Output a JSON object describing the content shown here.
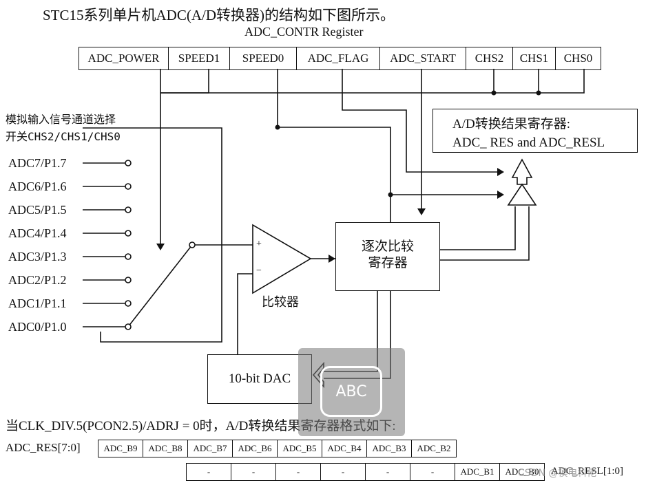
{
  "title": "STC15系列单片机ADC(A/D转换器)的结构如下图所示。",
  "register_title": "ADC_CONTR Register",
  "register_bits": [
    "ADC_POWER",
    "SPEED1",
    "SPEED0",
    "ADC_FLAG",
    "ADC_START",
    "CHS2",
    "CHS1",
    "CHS0"
  ],
  "mux_label_line1": "模拟输入信号通道选择",
  "mux_label_line2": "开关CHS2/CHS1/CHS0",
  "inputs": [
    "ADC7/P1.7",
    "ADC6/P1.6",
    "ADC5/P1.5",
    "ADC4/P1.4",
    "ADC3/P1.3",
    "ADC2/P1.2",
    "ADC1/P1.1",
    "ADC0/P1.0"
  ],
  "result_register_line1": "A/D转换结果寄存器:",
  "result_register_line2": "ADC_ RES and ADC_RESL",
  "sar_line1": "逐次比较",
  "sar_line2": "寄存器",
  "comparator_label": "比较器",
  "comparator_plus": "+",
  "comparator_minus": "−",
  "dac_label": "10-bit DAC",
  "format_note": "当CLK_DIV.5(PCON2.5)/ADRJ = 0时，A/D转换结果寄存器格式如下:",
  "adc_res_label": "ADC_RES[7:0]",
  "adc_res_bits": [
    "ADC_B9",
    "ADC_B8",
    "ADC_B7",
    "ADC_B6",
    "ADC_B5",
    "ADC_B4",
    "ADC_B3",
    "ADC_B2"
  ],
  "adc_resl_bits": [
    "-",
    "-",
    "-",
    "-",
    "-",
    "-",
    "ADC_B1",
    "ADC_B0"
  ],
  "adc_resl_label": "ADC_RESL[1:0]",
  "overlay_text": "ABC",
  "watermark": "CSDN @模电科佬"
}
